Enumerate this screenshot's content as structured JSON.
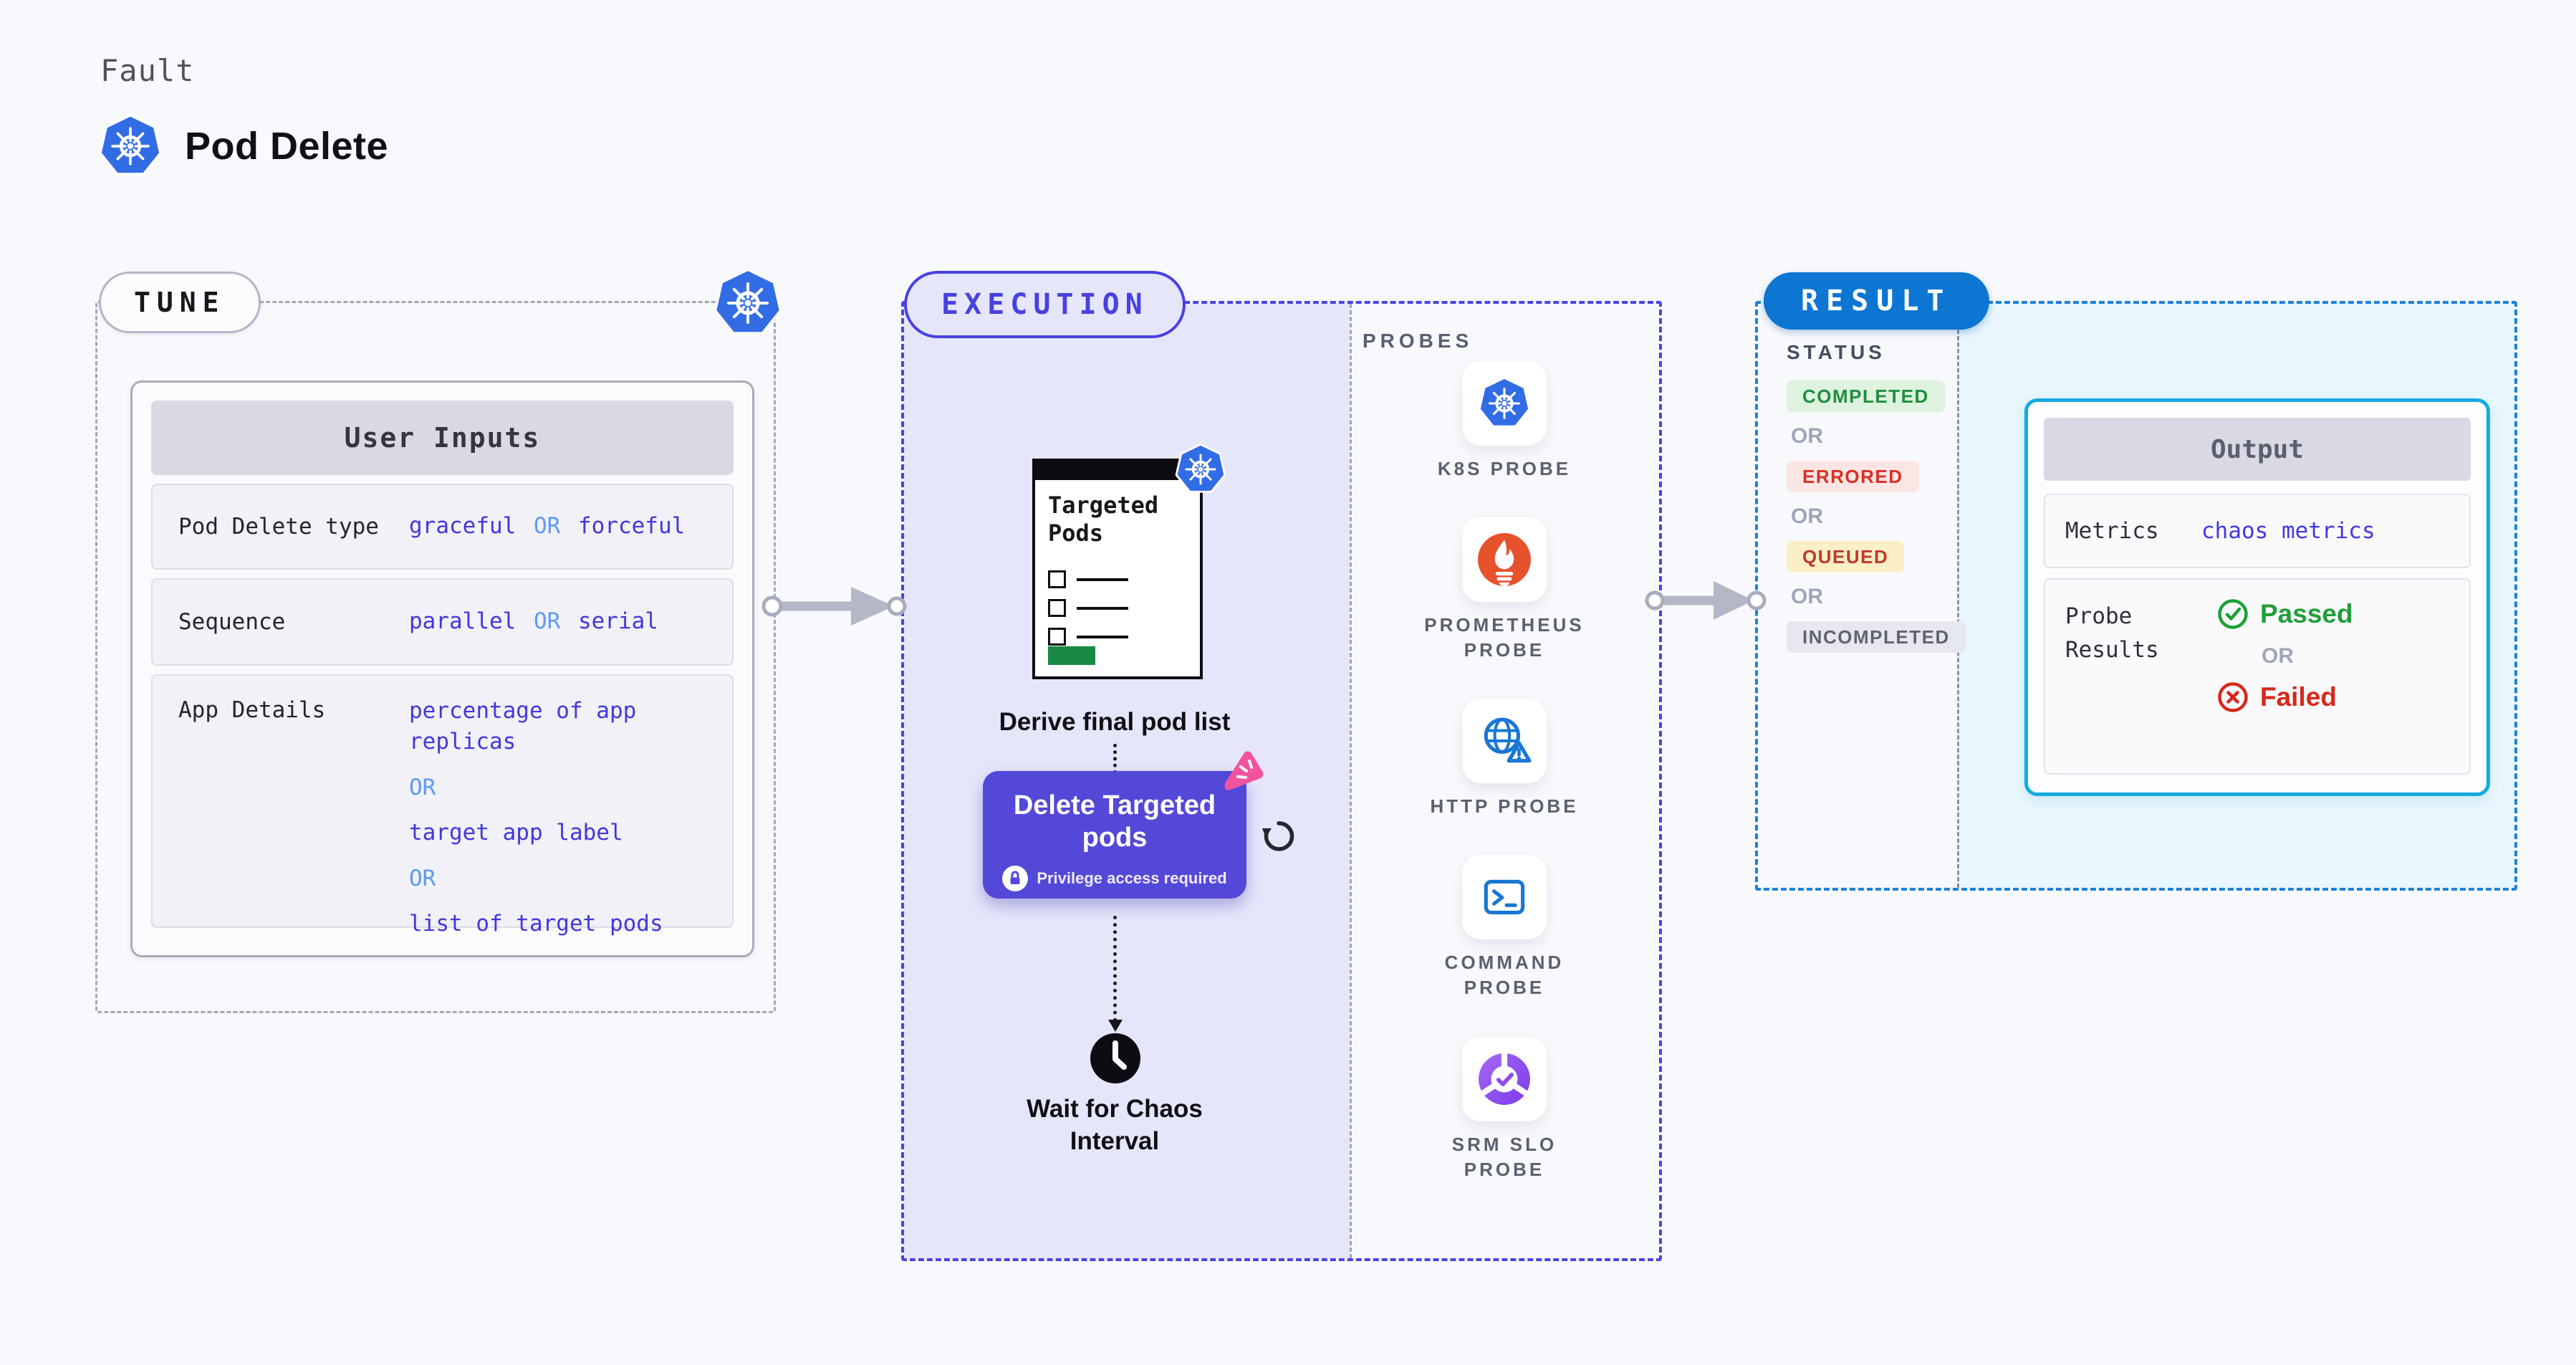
{
  "header": {
    "eyebrow": "Fault",
    "title": "Pod Delete",
    "icon": "kubernetes-icon"
  },
  "tune": {
    "pill": "TUNE",
    "user_inputs": {
      "header": "User Inputs",
      "row1": {
        "label": "Pod Delete type",
        "v1": "graceful",
        "or": "OR",
        "v2": "forceful"
      },
      "row2": {
        "label": "Sequence",
        "v1": "parallel",
        "or": "OR",
        "v2": "serial"
      },
      "row3": {
        "label": "App Details",
        "v1": "percentage of app replicas",
        "or1": "OR",
        "v2": "target app label",
        "or2": "OR",
        "v3": "list of target pods"
      }
    }
  },
  "execution": {
    "pill": "EXECUTION",
    "targeted_pods_title": "Targeted Pods",
    "derive_label": "Derive final pod list",
    "delete_card": {
      "title": "Delete Targeted pods",
      "badge": "Privilege access required"
    },
    "wait_label": "Wait for Chaos Interval",
    "probes": {
      "header": "PROBES",
      "items": [
        {
          "icon": "kubernetes-icon",
          "label": "K8S PROBE"
        },
        {
          "icon": "prometheus-icon",
          "label": "PROMETHEUS PROBE"
        },
        {
          "icon": "http-globe-icon",
          "label": "HTTP PROBE"
        },
        {
          "icon": "terminal-icon",
          "label": "COMMAND PROBE"
        },
        {
          "icon": "slo-pie-check-icon",
          "label": "SRM SLO PROBE"
        }
      ]
    }
  },
  "result": {
    "pill": "RESULT",
    "status": {
      "header": "STATUS",
      "or": "OR",
      "badges": [
        {
          "label": "COMPLETED",
          "state": "completed"
        },
        {
          "label": "ERRORED",
          "state": "errored"
        },
        {
          "label": "QUEUED",
          "state": "queued"
        },
        {
          "label": "INCOMPLETED",
          "state": "incompleted"
        }
      ]
    },
    "output": {
      "header": "Output",
      "metrics_label": "Metrics",
      "metrics_value": "chaos metrics",
      "probe_results_label": "Probe Results",
      "passed": "Passed",
      "or": "OR",
      "failed": "Failed"
    }
  },
  "colors": {
    "page_bg": "#F8F9FC",
    "indigo_accent": "#4742E0",
    "indigo_value": "#4238DC",
    "or_blue": "#5E9AF5",
    "lavender_bg": "#E6E6FB",
    "delete_card_bg": "#5448D8",
    "result_blue": "#0C76D2",
    "cyan_border": "#14ACDE",
    "cyan_bg": "#E8F6FD",
    "green": "#1E8E3E",
    "red": "#D93025",
    "queued_bg": "#FBEFC5",
    "pink_badge": "#F2539F",
    "k8s_blue": "#326CE5",
    "prometheus_orange": "#E6522C",
    "probe_icon_blue": "#1877D2",
    "srm_purple": "#7C3BEB"
  }
}
